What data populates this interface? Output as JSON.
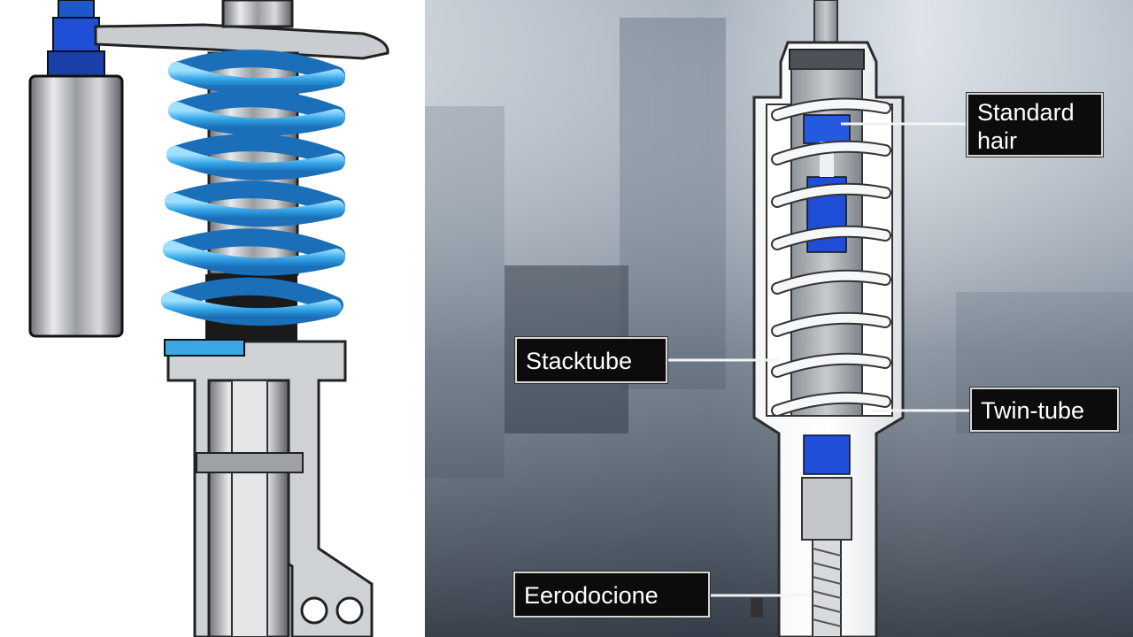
{
  "diagram": {
    "labels": {
      "standard_line1": "Standard",
      "standard_line2": "hair",
      "stacktube": "Stacktube",
      "twin_tube": "Twin-tube",
      "eerodocione": "Eerodocione"
    }
  },
  "colors": {
    "coil_blue": "#3aa8e6",
    "piston_blue": "#1f4fd6",
    "label_bg": "#0c0c0c",
    "chrome": "#b9bcc0"
  }
}
